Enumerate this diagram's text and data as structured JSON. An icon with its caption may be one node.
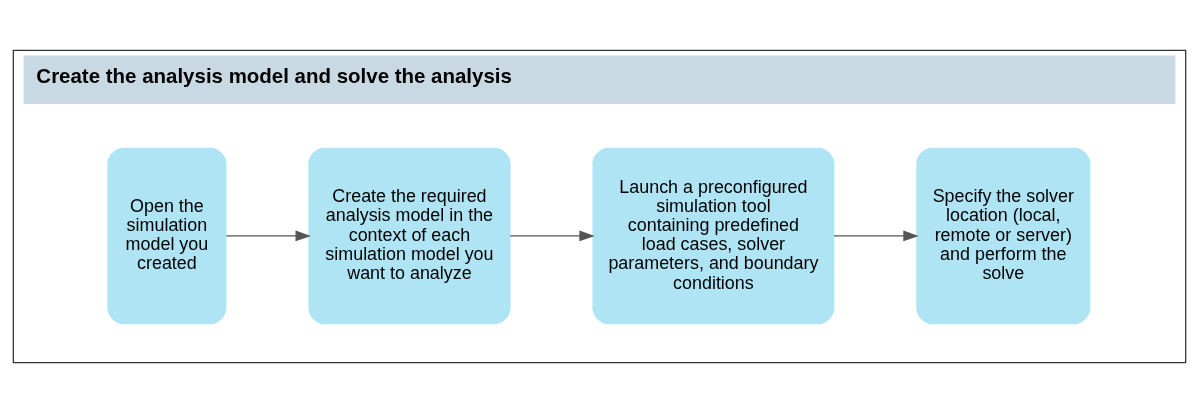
{
  "diagram": {
    "nodes": [
      {
        "text": [
          "Create the analysis model and solve the analysis"
        ]
      },
      {
        "text": [
          "Open the simulation model you created"
        ],
        "in": 0
      },
      {
        "text": [
          "Create the required analysis model in the context of each simulation model you want to analyze"
        ],
        "in": 0
      },
      {
        "text": [
          "Launch a preconfigured simulation tool containing predefined load cases, solver parameters, and boundary conditions"
        ],
        "in": 0
      },
      {
        "text": [
          "Specify the solver location (local, remote or server) and perform the solve"
        ],
        "in": 0
      }
    ],
    "edges": [
      {
        "from": 1,
        "to": 2,
        "arrow": "to"
      },
      {
        "from": 2,
        "to": 3,
        "arrow": "to"
      },
      {
        "from": 3,
        "to": 4,
        "arrow": "to"
      }
    ]
  }
}
